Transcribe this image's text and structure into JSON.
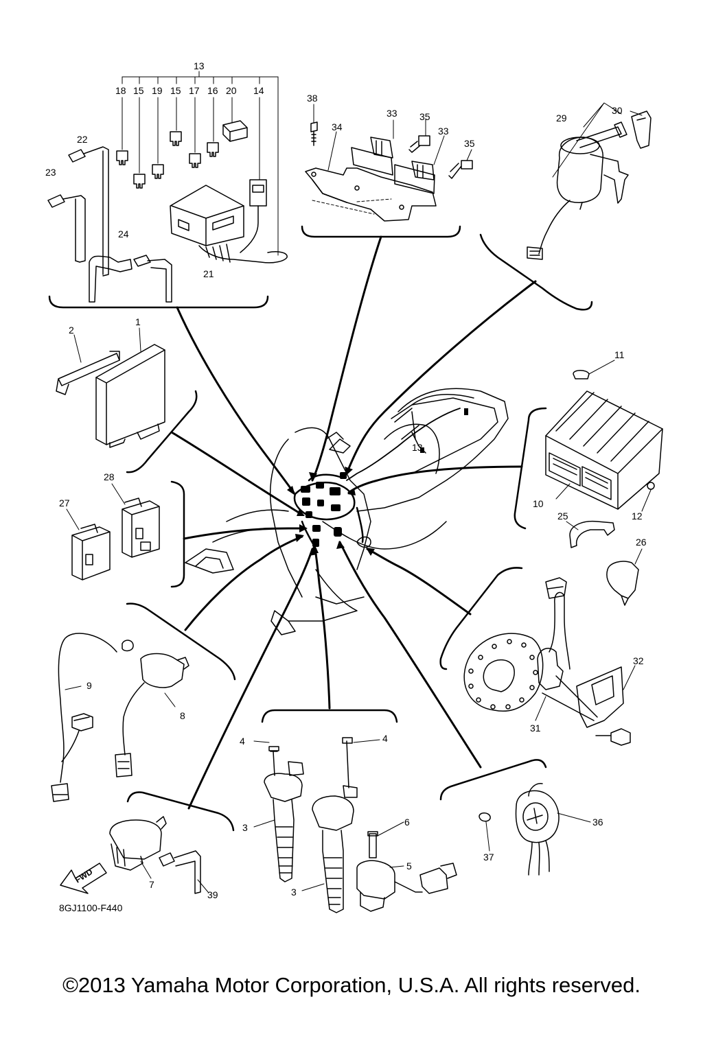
{
  "callouts": {
    "c1": "1",
    "c2": "2",
    "c3a": "3",
    "c3b": "3",
    "c4a": "4",
    "c4b": "4",
    "c5": "5",
    "c6": "6",
    "c7": "7",
    "c8": "8",
    "c9": "9",
    "c10": "10",
    "c11": "11",
    "c12": "12",
    "c13a": "13",
    "c13b": "13",
    "c14": "14",
    "c15a": "15",
    "c15b": "15",
    "c16": "16",
    "c17": "17",
    "c18": "18",
    "c19": "19",
    "c20": "20",
    "c21": "21",
    "c22": "22",
    "c23": "23",
    "c24": "24",
    "c25": "25",
    "c26": "26",
    "c27": "27",
    "c28": "28",
    "c29": "29",
    "c30": "30",
    "c31": "31",
    "c32": "32",
    "c33a": "33",
    "c33b": "33",
    "c34": "34",
    "c35a": "35",
    "c35b": "35",
    "c36": "36",
    "c37": "37",
    "c38": "38",
    "c39": "39"
  },
  "fwd_label": "FWD",
  "diagram_code": "8GJ1100-F440",
  "copyright": "©2013 Yamaha Motor Corporation, U.S.A. All rights reserved."
}
